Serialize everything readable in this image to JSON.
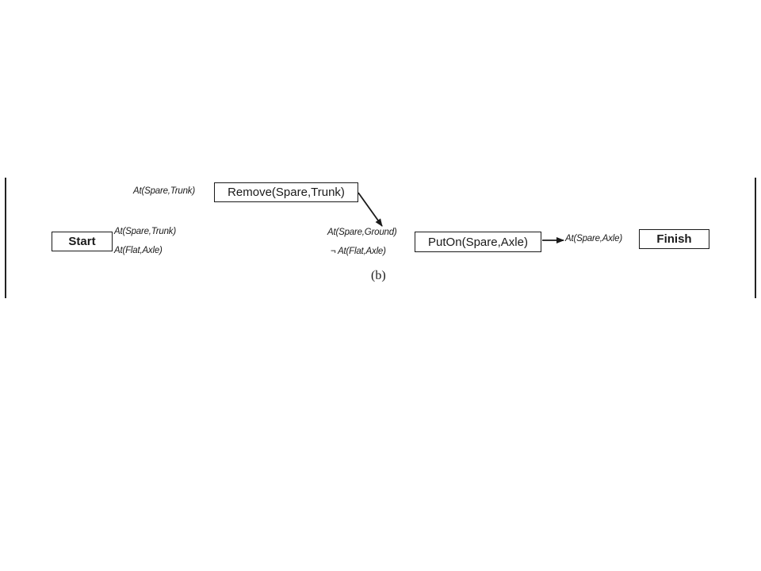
{
  "diagram": {
    "actions": {
      "start": "Start",
      "remove": "Remove(Spare,Trunk)",
      "puton": "PutOn(Spare,Axle)",
      "finish": "Finish"
    },
    "conditions": {
      "remove_pre": "At(Spare,Trunk)",
      "start_eff_1": "At(Spare,Trunk)",
      "start_eff_2": "At(Flat,Axle)",
      "puton_pre_1": "At(Spare,Ground)",
      "puton_pre_2": "¬  At(Flat,Axle)",
      "finish_pre": "At(Spare,Axle)"
    },
    "caption": "(b)"
  }
}
